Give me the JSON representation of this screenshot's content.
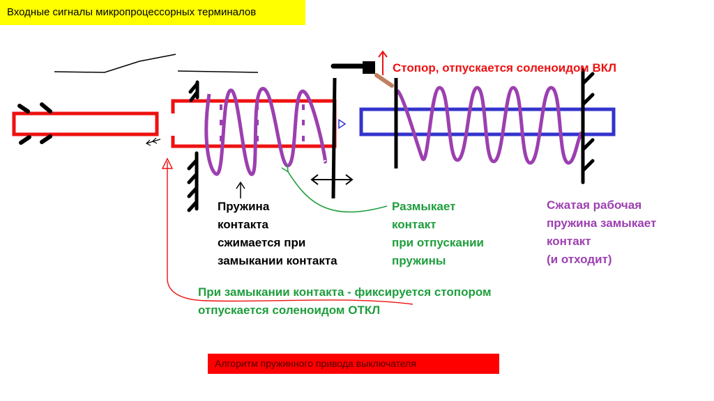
{
  "header": {
    "title": "Входные сигналы микропроцессорных терминалов"
  },
  "labels": {
    "stopper": "Стопор, отпускается соленоидом ВКЛ",
    "contact_spring": "Пружина\nконтакта\nсжимается при\nзамыкании контакта",
    "opens_contact": "Размыкает\nконтакт\nпри отпускании\nпружины",
    "working_spring": "Сжатая рабочая\nпружина замыкает\nконтакт\n(и отходит)",
    "closing_note": "При замыкании контакта - фиксируется стопором\nотпускается соленоидом ОТКЛ"
  },
  "footer": {
    "caption": "Алгоритм пружинного привода выключателя"
  },
  "colors": {
    "title_bg": "#ffff00",
    "red": "#ee1111",
    "blue": "#3333cc",
    "purple": "#9c3fb0",
    "green": "#1e9e3c",
    "black": "#000000",
    "caption_bg": "#ff0000"
  }
}
